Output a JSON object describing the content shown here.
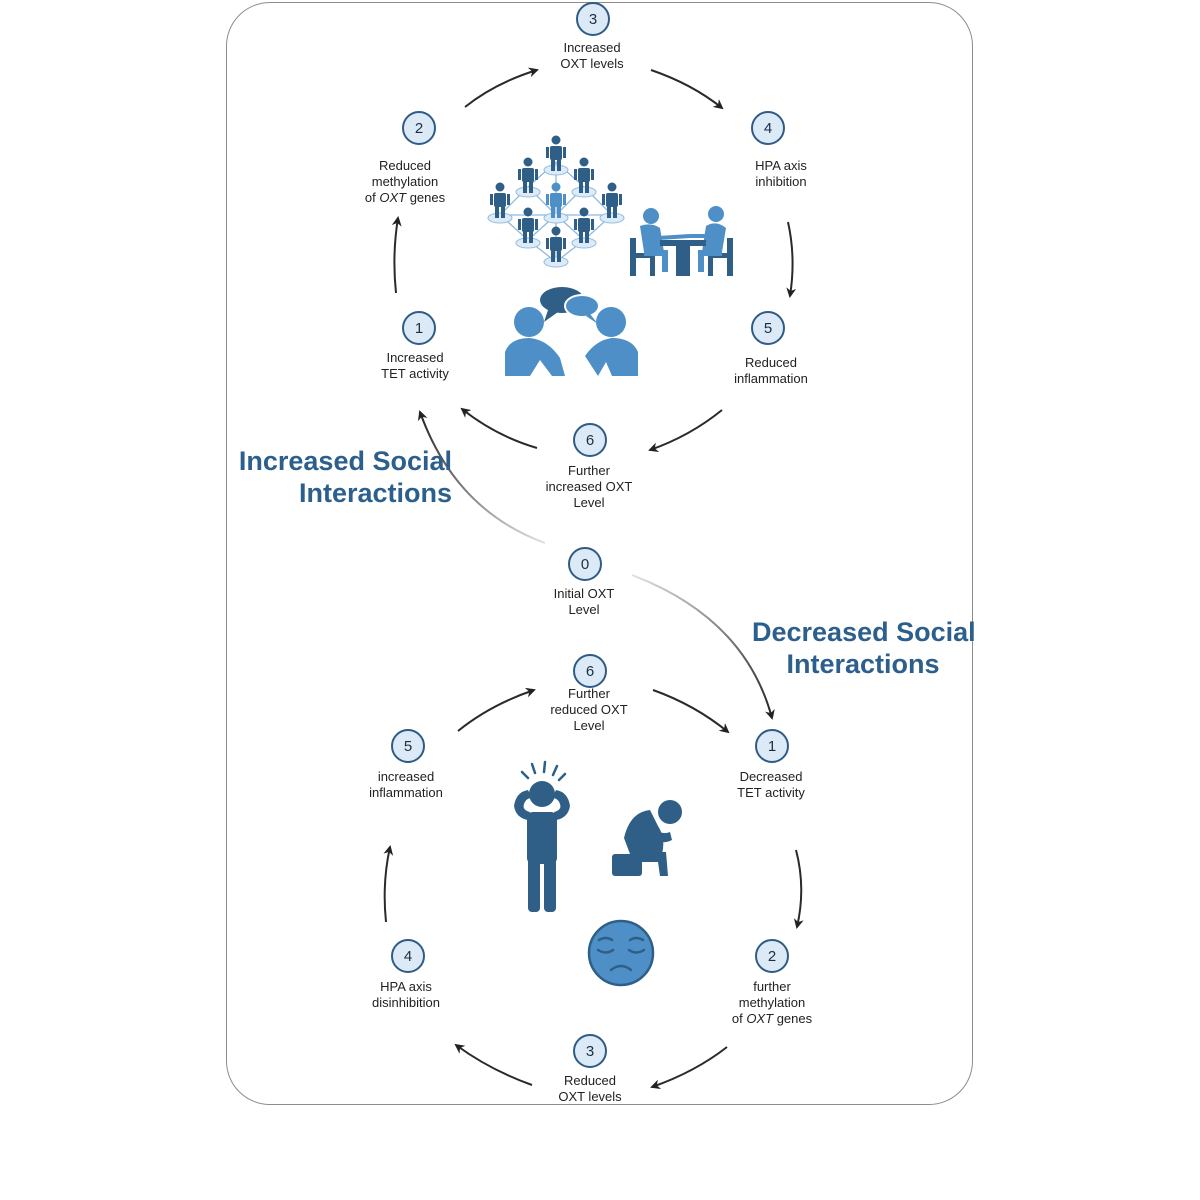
{
  "colors": {
    "accent": "#2d5f8c",
    "badge_fill": "#dceaf7",
    "icon_dark": "#2f5f86",
    "icon_light": "#4d8fc6"
  },
  "titles": {
    "increased_line1": "Increased Social",
    "increased_line2": "Interactions",
    "decreased_line1": "Decreased Social",
    "decreased_line2": "Interactions"
  },
  "initial": {
    "num": "0",
    "line1": "Initial OXT",
    "line2": "Level"
  },
  "upper_cycle": [
    {
      "num": "1",
      "line1": "Increased",
      "line2": "TET activity"
    },
    {
      "num": "2",
      "line1": "Reduced",
      "line2": "methylation",
      "line3_pre": "of ",
      "line3_em": "OXT",
      "line3_post": " genes"
    },
    {
      "num": "3",
      "line1": "Increased",
      "line2": "OXT levels"
    },
    {
      "num": "4",
      "line1": "HPA axis",
      "line2": "inhibition"
    },
    {
      "num": "5",
      "line1": "Reduced",
      "line2": "inflammation"
    },
    {
      "num": "6",
      "line1": "Further",
      "line2": "increased OXT",
      "line3": "Level"
    }
  ],
  "lower_cycle": [
    {
      "num": "1",
      "line1": "Decreased",
      "line2": "TET activity"
    },
    {
      "num": "2",
      "line1": "further",
      "line2": "methylation",
      "line3_pre": "of ",
      "line3_em": "OXT",
      "line3_post": " genes"
    },
    {
      "num": "3",
      "line1": "Reduced",
      "line2": "OXT levels"
    },
    {
      "num": "4",
      "line1": "HPA axis",
      "line2": "disinhibition"
    },
    {
      "num": "5",
      "line1": "increased",
      "line2": "inflammation"
    },
    {
      "num": "6",
      "line1": "Further",
      "line2": "reduced OXT",
      "line3": "Level"
    }
  ],
  "icons": [
    "social-network-icon",
    "people-at-table-icon",
    "conversation-icon",
    "stressed-person-icon",
    "depressed-person-icon",
    "sad-face-icon"
  ]
}
